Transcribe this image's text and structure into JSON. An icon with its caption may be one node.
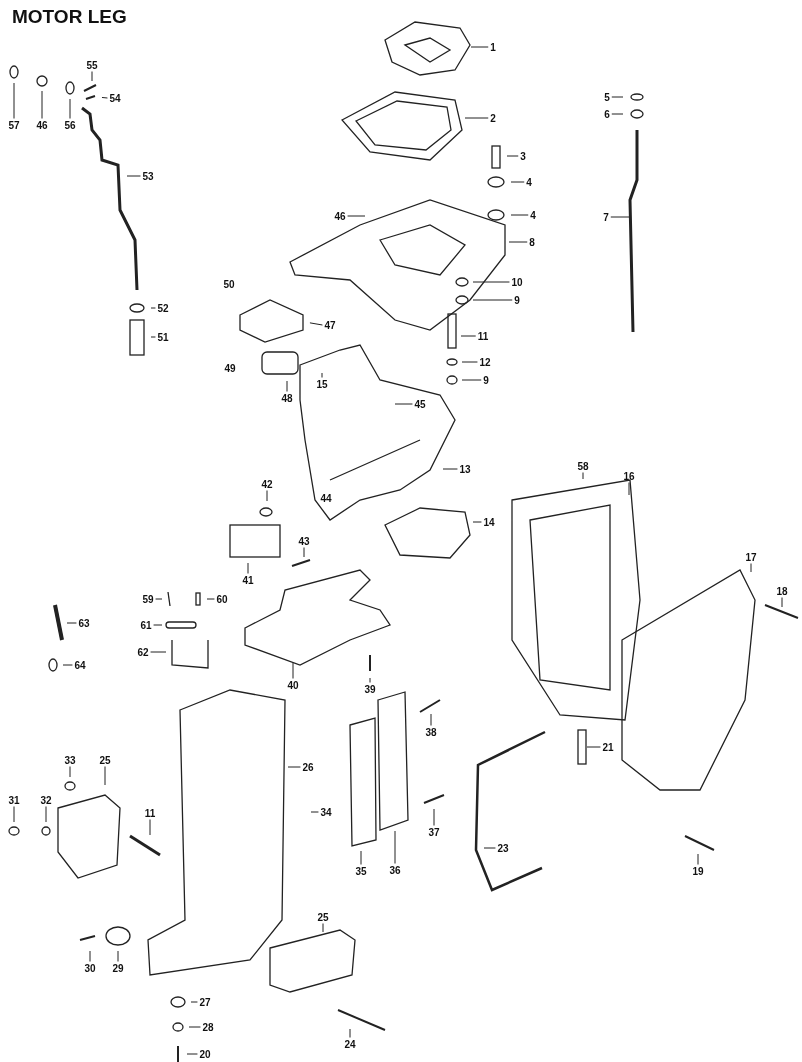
{
  "diagram": {
    "title": "MOTOR LEG",
    "nodes": [
      {
        "text": [
          "57"
        ]
      },
      {
        "text": [
          "46"
        ]
      },
      {
        "text": [
          "56"
        ]
      },
      {
        "text": [
          "55"
        ]
      },
      {
        "text": [
          "54"
        ]
      },
      {
        "text": [
          "53"
        ]
      },
      {
        "text": [
          "52"
        ]
      },
      {
        "text": [
          "51"
        ]
      },
      {
        "text": [
          "1"
        ]
      },
      {
        "text": [
          "2"
        ]
      },
      {
        "text": [
          "3"
        ]
      },
      {
        "text": [
          "4"
        ]
      },
      {
        "text": [
          "4"
        ]
      },
      {
        "text": [
          "46"
        ]
      },
      {
        "text": [
          "8"
        ]
      },
      {
        "text": [
          "5"
        ]
      },
      {
        "text": [
          "6"
        ]
      },
      {
        "text": [
          "7"
        ]
      },
      {
        "text": [
          "47"
        ]
      },
      {
        "text": [
          "10"
        ]
      },
      {
        "text": [
          "9"
        ]
      },
      {
        "text": [
          "11"
        ]
      },
      {
        "text": [
          "15"
        ]
      },
      {
        "text": [
          "48"
        ]
      },
      {
        "text": [
          "12"
        ]
      },
      {
        "text": [
          "9"
        ]
      },
      {
        "text": [
          "45"
        ]
      },
      {
        "text": [
          "58"
        ]
      },
      {
        "text": [
          "16"
        ]
      },
      {
        "text": [
          "13"
        ]
      },
      {
        "text": [
          "42"
        ]
      },
      {
        "text": [
          "14"
        ]
      },
      {
        "text": [
          "43"
        ]
      },
      {
        "text": [
          "17"
        ]
      },
      {
        "text": [
          "41"
        ]
      },
      {
        "text": [
          "18"
        ]
      },
      {
        "text": [
          "59"
        ]
      },
      {
        "text": [
          "60"
        ]
      },
      {
        "text": [
          "63"
        ]
      },
      {
        "text": [
          "61"
        ]
      },
      {
        "text": [
          "62"
        ]
      },
      {
        "text": [
          "64"
        ]
      },
      {
        "text": [
          "40"
        ]
      },
      {
        "text": [
          "39"
        ]
      },
      {
        "text": [
          "38"
        ]
      },
      {
        "text": [
          "21"
        ]
      },
      {
        "text": [
          "25"
        ]
      },
      {
        "text": [
          "26"
        ]
      },
      {
        "text": [
          "33"
        ]
      },
      {
        "text": [
          "31"
        ]
      },
      {
        "text": [
          "32"
        ]
      },
      {
        "text": [
          "34"
        ]
      },
      {
        "text": [
          "11"
        ]
      },
      {
        "text": [
          "37"
        ]
      },
      {
        "text": [
          "36"
        ]
      },
      {
        "text": [
          "35"
        ]
      },
      {
        "text": [
          "23"
        ]
      },
      {
        "text": [
          "19"
        ]
      },
      {
        "text": [
          "25"
        ]
      },
      {
        "text": [
          "30"
        ]
      },
      {
        "text": [
          "29"
        ]
      },
      {
        "text": [
          "27"
        ]
      },
      {
        "text": [
          "28"
        ]
      },
      {
        "text": [
          "24"
        ]
      },
      {
        "text": [
          "20"
        ]
      }
    ],
    "edges": [
      {
        "from": 0,
        "to": null,
        "arrow": "none"
      },
      {
        "from": 1,
        "to": null,
        "arrow": "none"
      },
      {
        "from": 2,
        "to": null,
        "arrow": "none"
      },
      {
        "from": 3,
        "to": null,
        "arrow": "none"
      },
      {
        "from": 4,
        "to": null,
        "arrow": "none"
      },
      {
        "from": 5,
        "to": null,
        "arrow": "none"
      },
      {
        "from": 6,
        "to": null,
        "arrow": "none"
      },
      {
        "from": 7,
        "to": null,
        "arrow": "none"
      },
      {
        "from": 8,
        "to": null,
        "arrow": "none"
      },
      {
        "from": 9,
        "to": null,
        "arrow": "none"
      },
      {
        "from": 10,
        "to": null,
        "arrow": "none"
      },
      {
        "from": 11,
        "to": null,
        "arrow": "none"
      },
      {
        "from": 12,
        "to": null,
        "arrow": "none"
      },
      {
        "from": 13,
        "to": null,
        "arrow": "none"
      },
      {
        "from": 14,
        "to": null,
        "arrow": "none"
      },
      {
        "from": 15,
        "to": null,
        "arrow": "none"
      },
      {
        "from": 16,
        "to": null,
        "arrow": "none"
      },
      {
        "from": 17,
        "to": null,
        "arrow": "none"
      },
      {
        "from": 18,
        "to": null,
        "arrow": "none"
      },
      {
        "from": 19,
        "to": null,
        "arrow": "none"
      },
      {
        "from": 20,
        "to": null,
        "arrow": "none"
      },
      {
        "from": 21,
        "to": null,
        "arrow": "none"
      },
      {
        "from": 22,
        "to": null,
        "arrow": "none"
      },
      {
        "from": 23,
        "to": null,
        "arrow": "none"
      },
      {
        "from": 24,
        "to": null,
        "arrow": "none"
      },
      {
        "from": 25,
        "to": null,
        "arrow": "none"
      },
      {
        "from": 26,
        "to": null,
        "arrow": "none"
      },
      {
        "from": 27,
        "to": null,
        "arrow": "none"
      },
      {
        "from": 28,
        "to": null,
        "arrow": "none"
      },
      {
        "from": 29,
        "to": null,
        "arrow": "none"
      },
      {
        "from": 30,
        "to": null,
        "arrow": "none"
      },
      {
        "from": 31,
        "to": null,
        "arrow": "none"
      },
      {
        "from": 32,
        "to": null,
        "arrow": "none"
      },
      {
        "from": 33,
        "to": null,
        "arrow": "none"
      },
      {
        "from": 34,
        "to": null,
        "arrow": "none"
      },
      {
        "from": 35,
        "to": null,
        "arrow": "none"
      },
      {
        "from": 36,
        "to": null,
        "arrow": "none"
      },
      {
        "from": 37,
        "to": null,
        "arrow": "none"
      },
      {
        "from": 38,
        "to": null,
        "arrow": "none"
      },
      {
        "from": 39,
        "to": null,
        "arrow": "none"
      },
      {
        "from": 40,
        "to": null,
        "arrow": "none"
      },
      {
        "from": 41,
        "to": null,
        "arrow": "none"
      },
      {
        "from": 42,
        "to": null,
        "arrow": "none"
      },
      {
        "from": 43,
        "to": null,
        "arrow": "none"
      },
      {
        "from": 44,
        "to": null,
        "arrow": "none"
      },
      {
        "from": 45,
        "to": null,
        "arrow": "none"
      },
      {
        "from": 46,
        "to": null,
        "arrow": "none"
      },
      {
        "from": 47,
        "to": null,
        "arrow": "none"
      },
      {
        "from": 48,
        "to": null,
        "arrow": "none"
      },
      {
        "from": 49,
        "to": null,
        "arrow": "none"
      },
      {
        "from": 50,
        "to": null,
        "arrow": "none"
      },
      {
        "from": 51,
        "to": null,
        "arrow": "none"
      },
      {
        "from": 52,
        "to": null,
        "arrow": "none"
      },
      {
        "from": 53,
        "to": null,
        "arrow": "none"
      },
      {
        "from": 54,
        "to": null,
        "arrow": "none"
      },
      {
        "from": 55,
        "to": null,
        "arrow": "none"
      },
      {
        "from": 56,
        "to": null,
        "arrow": "none"
      },
      {
        "from": 57,
        "to": null,
        "arrow": "none"
      },
      {
        "from": 58,
        "to": null,
        "arrow": "none"
      },
      {
        "from": 59,
        "to": null,
        "arrow": "none"
      },
      {
        "from": 60,
        "to": null,
        "arrow": "none"
      },
      {
        "from": 61,
        "to": null,
        "arrow": "none"
      },
      {
        "from": 62,
        "to": null,
        "arrow": "none"
      },
      {
        "from": 63,
        "to": null,
        "arrow": "none"
      },
      {
        "from": 64,
        "to": null,
        "arrow": "none"
      }
    ],
    "labels": [
      "50",
      "49",
      "44"
    ]
  }
}
